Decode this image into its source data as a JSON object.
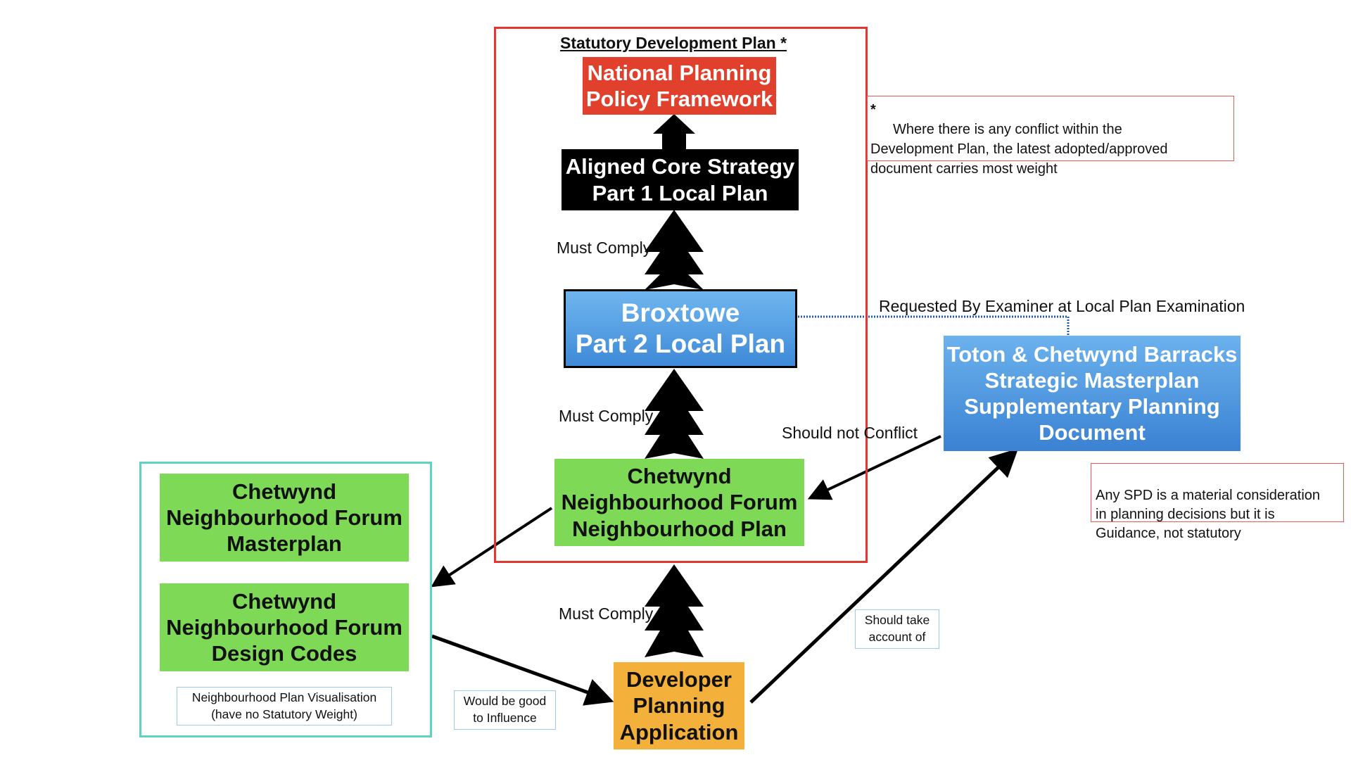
{
  "colors": {
    "statutory_frame": "#e0382c",
    "visualisation_frame": "#5fd3c2",
    "national_box": "#e0402c",
    "core_box": "#000000",
    "broxtowe_box": "#4e9ee3",
    "toton_box": "#4a95e0",
    "neighbourhood_box": "#7ed957",
    "developer_box": "#f3b13c",
    "note_red_border": "#e85a52",
    "note_blue_border": "#9ec9ea",
    "connector_line": "#1f5a9e"
  },
  "statutory_plan": {
    "title": "Statutory Development Plan *"
  },
  "boxes": {
    "national": "National Planning\nPolicy Framework",
    "core_strategy": "Aligned Core Strategy\nPart 1 Local Plan",
    "broxtowe": "Broxtowe\nPart 2 Local Plan",
    "toton": "Toton & Chetwynd Barracks\nStrategic Masterplan\nSupplementary Planning\nDocument",
    "neighbourhood_plan": "Chetwynd\nNeighbourhood Forum\nNeighbourhood Plan",
    "masterplan": "Chetwynd\nNeighbourhood Forum\nMasterplan",
    "design_codes": "Chetwynd\nNeighbourhood Forum\nDesign Codes",
    "developer": "Developer\nPlanning\nApplication"
  },
  "labels": {
    "must_comply_1": "Must Comply",
    "must_comply_2": "Must Comply",
    "must_comply_3": "Must Comply",
    "requested_by": "Requested By Examiner at Local Plan Examination",
    "should_not_conflict": "Should not Conflict"
  },
  "notes": {
    "conflict_asterisk": "*",
    "conflict_text": "Where there is any conflict within the\nDevelopment Plan, the latest adopted/approved\ndocument carries most weight",
    "spd": "Any SPD is a material consideration\nin planning decisions but it is\nGuidance, not statutory",
    "visualisation": "Neighbourhood Plan Visualisation\n(have no Statutory Weight)",
    "would_be_good": "Would be good\nto Influence",
    "should_take": "Should take\naccount of"
  }
}
